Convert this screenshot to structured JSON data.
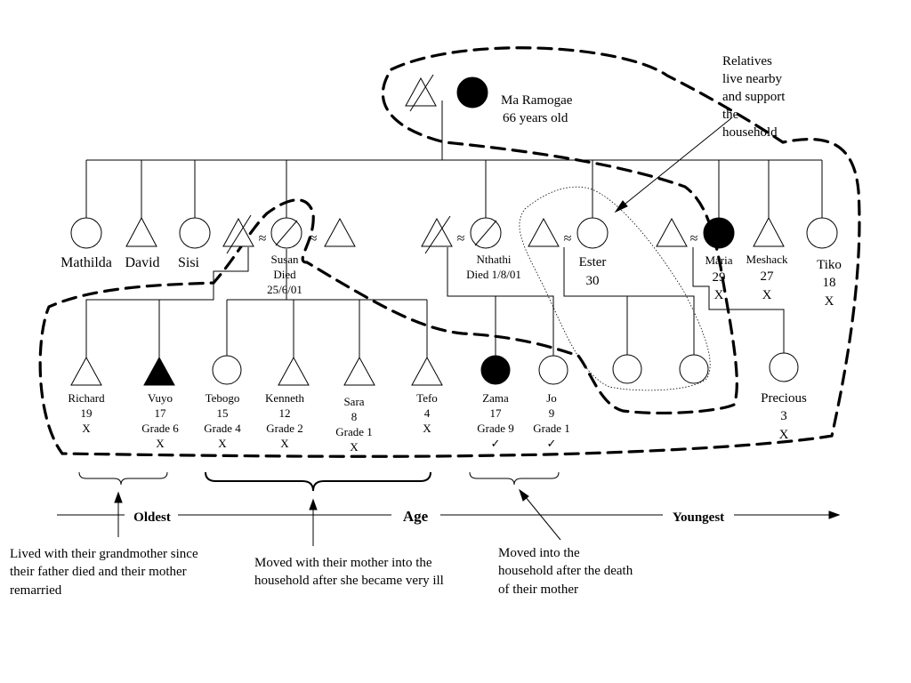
{
  "title": "",
  "grandparent": {
    "name": "Ma Ramogae",
    "age": "66 years old"
  },
  "relatives_note": [
    "Relatives",
    "live nearby",
    "and support",
    "the",
    "household"
  ],
  "children": {
    "mathilda": "Mathilda",
    "david": "David",
    "sisi": "Sisi",
    "susan": [
      "Susan",
      "Died",
      "25/6/01"
    ],
    "nthathi": [
      "Nthathi",
      "Died 1/8/01"
    ],
    "ester": [
      "Ester",
      "30"
    ],
    "maria": [
      "Maria",
      "29",
      "X"
    ],
    "meshack": [
      "Meshack",
      "27",
      "X"
    ],
    "tiko": [
      "Tiko",
      "18",
      "X"
    ]
  },
  "grandchildren": {
    "richard": [
      "Richard",
      "19",
      "X"
    ],
    "vuyo": [
      "Vuyo",
      "17",
      "Grade 6",
      "X"
    ],
    "tebogo": [
      "Tebogo",
      "15",
      "Grade 4",
      "X"
    ],
    "kenneth": [
      "Kenneth",
      "12",
      "Grade 2",
      "X"
    ],
    "sara": [
      "Sara",
      "8",
      "Grade 1",
      "X"
    ],
    "tefo": [
      "Tefo",
      "4",
      "X"
    ],
    "zama": [
      "Zama",
      "17",
      "Grade 9",
      "✓"
    ],
    "jo": [
      "Jo",
      "9",
      "Grade 1",
      "✓"
    ],
    "precious": [
      "Precious",
      "3",
      "X"
    ]
  },
  "marriage_symbol": "≈",
  "age_axis": {
    "left": "Oldest",
    "center": "Age",
    "right": "Youngest"
  },
  "captions": {
    "left": [
      "Lived with their grandmother since",
      "their father died and their mother",
      "remarried"
    ],
    "middle": [
      "Moved with their mother into the",
      "household after she became very ill"
    ],
    "right": [
      "Moved into the",
      "household after the death",
      "of their mother"
    ]
  }
}
